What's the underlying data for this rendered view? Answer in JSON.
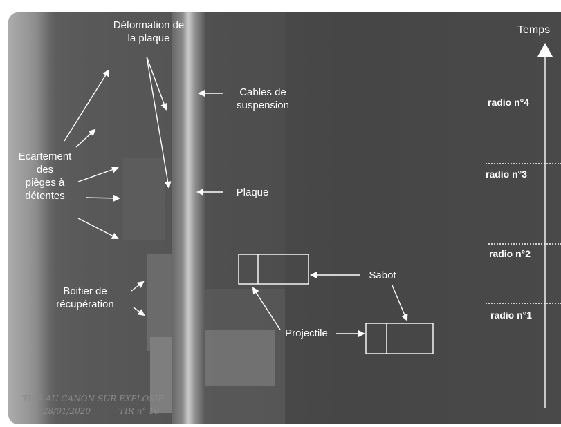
{
  "labels": {
    "deformation": [
      "Déformation de",
      "la plaque"
    ],
    "cables": [
      "Cables de",
      "suspension"
    ],
    "ecartement": [
      "Ecartement",
      "des",
      "pièges à",
      "détentes"
    ],
    "plaque": "Plaque",
    "boitier": [
      "Boitier de",
      "récupération"
    ],
    "sabot": "Sabot",
    "projectile": "Projectile",
    "temps": "Temps"
  },
  "radios": [
    "radio n°4",
    "radio n°3",
    "radio n°2",
    "radio n°1"
  ],
  "handwriting": [
    "TIRS AU CANON SUR EXPLOSIF",
    "28/01/2020",
    "TIR n° 10"
  ],
  "colors": {
    "annotation": "#ffffff",
    "background": "#4f4f4f"
  }
}
